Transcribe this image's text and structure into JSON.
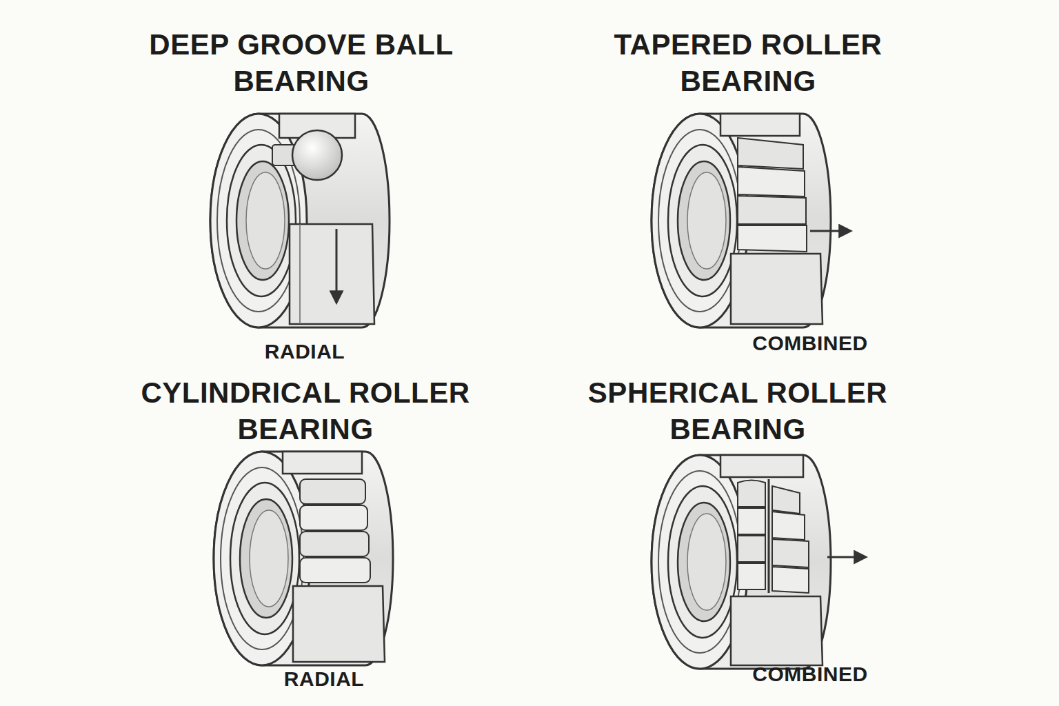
{
  "diagram": {
    "labels": [
      "DEEP GROOVE BALL BEARING",
      "RADIAL",
      "TAPERED ROLLER BEARING",
      "COMBINED",
      "CYLINDRICAL ROLLER BEARING",
      "RADIAL",
      "SPHERICAL ROLLER BEARING",
      "COMBINED"
    ]
  }
}
